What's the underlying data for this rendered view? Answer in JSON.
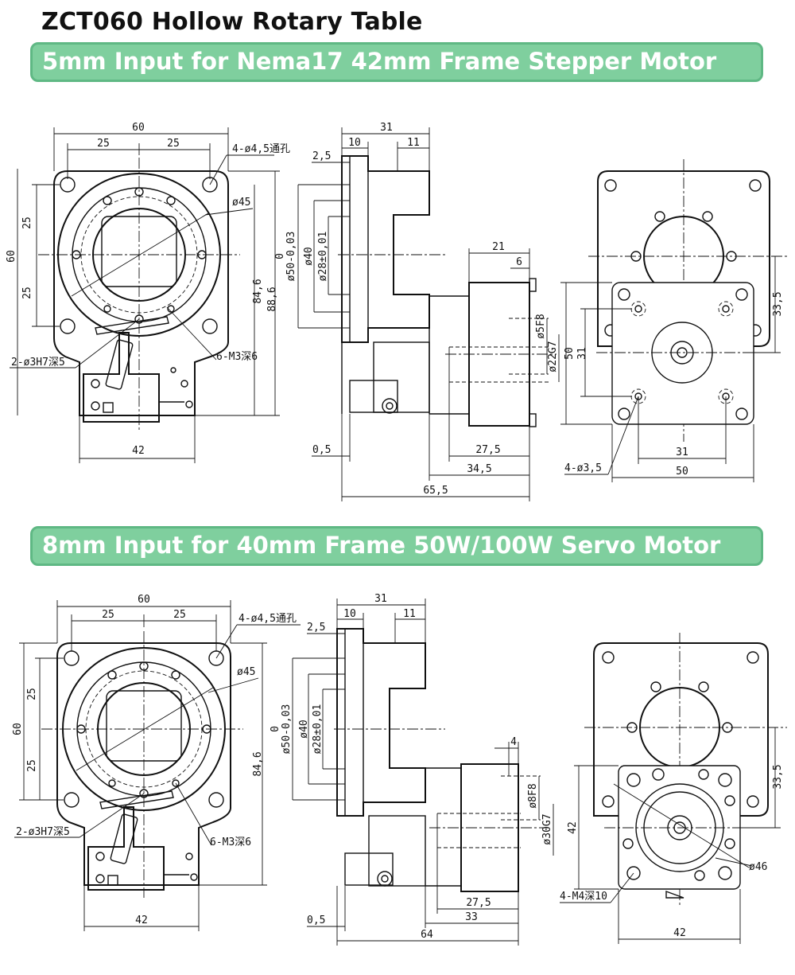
{
  "title": "ZCT060 Hollow Rotary Table",
  "sections": [
    {
      "heading": "5mm Input for Nema17 42mm Frame Stepper Motor",
      "front": {
        "w60": "60",
        "w25a": "25",
        "w25b": "25",
        "holes": "4-ø4,5通孔",
        "h25a": "25",
        "h60": "60",
        "h25b": "25",
        "d45": "ø45",
        "h846": "84,6",
        "h886": "88,6",
        "pin": "2-ø3H7深5",
        "m3": "6-M3深6",
        "w42": "42"
      },
      "side": {
        "w31": "31",
        "w10": "10",
        "w11": "11",
        "w25": "2,5",
        "d50": "ø50-0,03",
        "d50z": "0",
        "d40": "ø40",
        "d28": "ø28±0,01",
        "w21": "21",
        "w6": "6",
        "d5": "ø5F8",
        "d22": "ø22G7",
        "w05": "0,5",
        "w275": "27,5",
        "w345": "34,5",
        "w655": "65,5"
      },
      "motor": {
        "h50": "50",
        "h31": "31",
        "h335": "33,5",
        "w31": "31",
        "w50": "50",
        "holes": "4-ø3,5"
      }
    },
    {
      "heading": "8mm Input for 40mm Frame 50W/100W Servo Motor",
      "front": {
        "w60": "60",
        "w25a": "25",
        "w25b": "25",
        "holes": "4-ø4,5通孔",
        "h25a": "25",
        "h60": "60",
        "h25b": "25",
        "d45": "ø45",
        "h846": "84,6",
        "pin": "2-ø3H7深5",
        "m3": "6-M3深6",
        "w42": "42"
      },
      "side": {
        "w31": "31",
        "w10": "10",
        "w11": "11",
        "w25": "2,5",
        "d50": "ø50-0,03",
        "d50z": "0",
        "d40": "ø40",
        "d28": "ø28±0,01",
        "w4": "4",
        "d8": "ø8F8",
        "d30": "ø30G7",
        "w05": "0,5",
        "w275": "27,5",
        "w33": "33",
        "w64": "64"
      },
      "motor": {
        "h42": "42",
        "h335": "33,5",
        "d46": "ø46",
        "holes": "4-M4深10",
        "w42": "42"
      }
    }
  ]
}
